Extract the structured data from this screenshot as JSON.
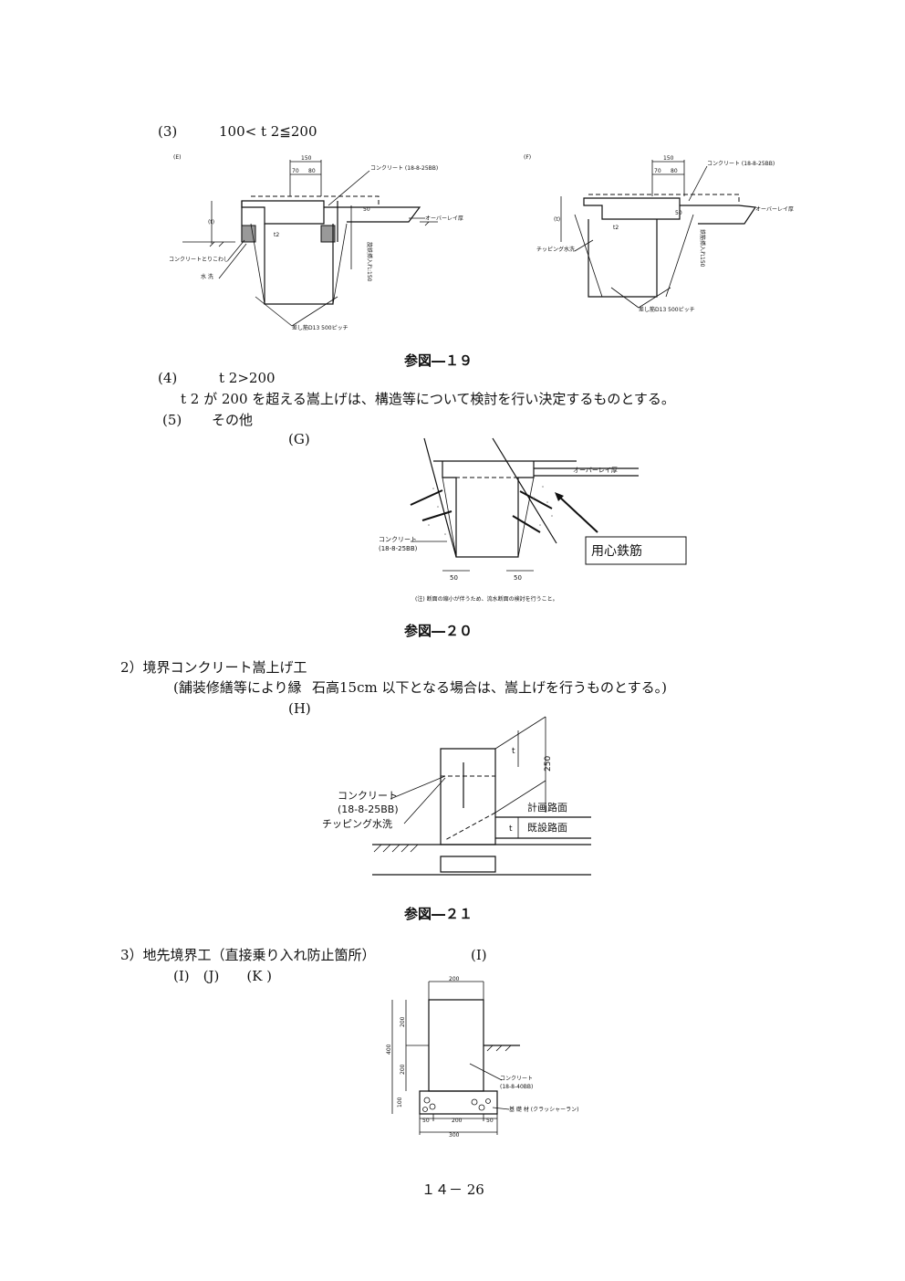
{
  "sec3": {
    "label": "(3)",
    "text": "100< t 2≦200"
  },
  "fig_e": {
    "tag": "(E)",
    "dim_top": "150",
    "dim_a": "70",
    "dim_b": "80",
    "concrete": "コンクリート (18-8-25BB)",
    "overlay": "オーバーレイ厚",
    "dim_50": "50",
    "t_label": "(t)",
    "t2": "t2",
    "remove": "コンクリートとりこわし",
    "wash": "水 洗",
    "depth": "旋鉄挿入れ:150",
    "rebar": "差し筋D13 500ピッチ"
  },
  "fig_f": {
    "tag": "(F)",
    "dim_top": "150",
    "dim_a": "70",
    "dim_b": "80",
    "concrete": "コンクリート (18-8-25BB)",
    "overlay": "オーバーレイ厚",
    "dim_50": "50",
    "t_label": "(t)",
    "t2": "t2",
    "wash": "チッピング水洗",
    "depth": "鉄筋挿入れ150",
    "rebar": "差し筋D13 500ピッチ"
  },
  "cap19": "参図―１９",
  "sec4": {
    "label": "(4)",
    "text": "t 2>200",
    "body": "t 2 が 200 を超える嵩上げは、構造等について検討を行い決定するものとする。"
  },
  "sec5": {
    "label": "(5)",
    "text": "その他"
  },
  "fig_g": {
    "tag": "(G)",
    "overlay": "オーバーレイ厚",
    "concrete1": "コンクリート",
    "concrete2": "(18-8-25BB)",
    "dim_l": "50",
    "dim_r": "50",
    "callout": "用心鉄筋",
    "note": "(注) 断面の縮小が伴うため、流水断面の検討を行うこと。"
  },
  "cap20": "参図―２０",
  "item2": {
    "title": "2）境界コンクリート嵩上げ工",
    "note_a": "(舗装修繕等により縁",
    "note_b": "石高",
    "note_c": "15cm 以下となる場合は、嵩上げを行うものとする。)"
  },
  "fig_h": {
    "tag": "(H)",
    "concrete1": "コンクリート",
    "concrete2": "(18-8-25BB)",
    "chip": "チッピング水洗",
    "dim": "250",
    "t1": "t",
    "t2": "t",
    "plan": "計画路面",
    "exist": "既設路面"
  },
  "cap21": "参図―２１",
  "item3": {
    "title": "3）地先境界工（直接乗り入れ防止箇所）",
    "tag": "(I)",
    "sub": "(I)　(J)　　(K )"
  },
  "fig_i": {
    "w_top": "200",
    "h_total": "400",
    "h_a": "200",
    "h_b": "200",
    "h_base": "100",
    "concrete1": "コンクリート",
    "concrete2": "(18-8-40BB)",
    "base": "基 礎 材 (クラッシャーラン)",
    "b1": "50",
    "b2": "200",
    "b3": "50",
    "b_total": "300"
  },
  "page_no": "１４－ 26"
}
